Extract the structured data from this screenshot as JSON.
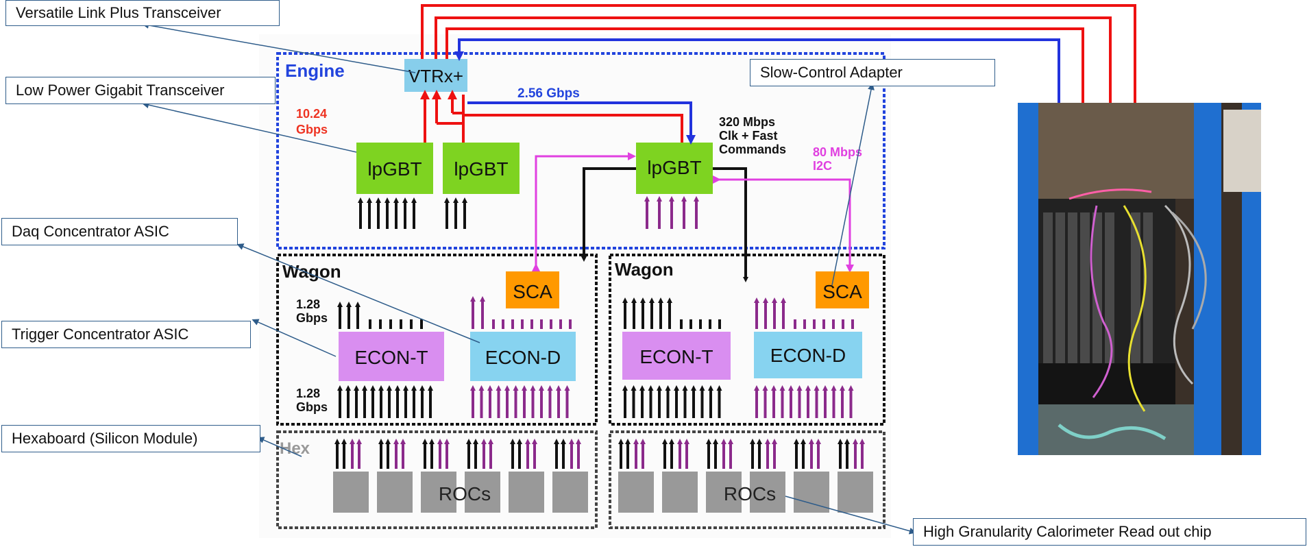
{
  "callouts": {
    "vtrx": "Versatile Link Plus Transceiver",
    "lpgbt": "Low Power Gigabit Transceiver",
    "daq": "Daq Concentrator ASIC",
    "trigger": "Trigger Concentrator ASIC",
    "hexaboard": "Hexaboard (Silicon Module)",
    "sca": "Slow-Control Adapter",
    "roc": "High Granularity Calorimeter Read out chip"
  },
  "diagram": {
    "engine_label": "Engine",
    "vtrx_label": "VTRx+",
    "lpgbt_label": "lpGBT",
    "rate_1024_a": "10.24",
    "rate_1024_b": "Gbps",
    "rate_256": "2.56 Gbps",
    "rate_320_a": "320 Mbps",
    "rate_320_b": "Clk + Fast",
    "rate_320_c": "Commands",
    "rate_80_a": "80 Mbps",
    "rate_80_b": "I2C",
    "wagon_label": "Wagon",
    "sca_label": "SCA",
    "econt_label": "ECON-T",
    "econd_label": "ECON-D",
    "rate_128_a": "1.28",
    "rate_128_b": "Gbps",
    "hex_label": "Hex",
    "rocs_label": "ROCs"
  },
  "colors": {
    "engine_border": "#2244dd",
    "lpgbt_fill": "#7ed321",
    "vtrx_fill": "#87ceeb",
    "sca_fill": "#ff9900",
    "econt_fill": "#d98ef0",
    "econd_fill": "#87d3f0",
    "roc_fill": "#999999",
    "red_link": "#ee1111",
    "blue_link": "#2233dd",
    "magenta_link": "#e040e0",
    "purple_arrow": "#8b2a8b",
    "callout_border": "#2e5c8a"
  }
}
